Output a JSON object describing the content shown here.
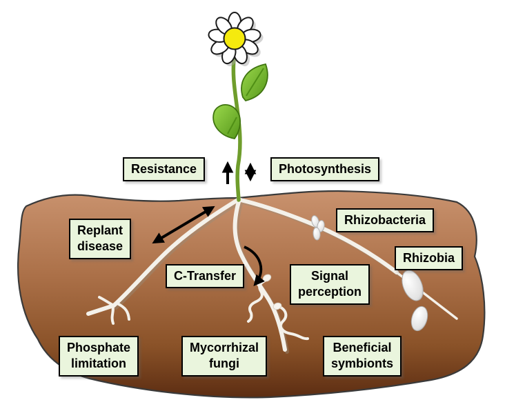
{
  "labels": {
    "resistance": "Resistance",
    "photosynthesis": "Photosynthesis",
    "replant_disease": "Replant\ndisease",
    "rhizobacteria": "Rhizobacteria",
    "rhizobia": "Rhizobia",
    "c_transfer": "C-Transfer",
    "signal_perception": "Signal\nperception",
    "phosphate_limitation": "Phosphate\nlimitation",
    "mycorrhizal_fungi": "Mycorrhizal\nfungi",
    "beneficial_symbionts": "Beneficial\nsymbionts"
  },
  "colors": {
    "label_background": "#eaf5dd",
    "label_border": "#000000",
    "soil_top": "#c9926e",
    "soil_middle": "#a87048",
    "soil_bottom": "#5c2d12",
    "soil_outline": "#3a3a3a",
    "root_white": "#f4f1ea",
    "stem_green": "#6f9d2c",
    "leaf_green_light": "#8ed23f",
    "leaf_green_dark": "#4f8f15",
    "flower_center_yellow": "#f5ea0e",
    "petal_white": "#ffffff",
    "arrow_black": "#000000",
    "nodule_white": "#f2f2f2"
  },
  "icons": {
    "flower": "daisy-flower",
    "up_arrow": "increase-arrow",
    "up_down_arrow": "bidirectional-vertical-arrow",
    "diagonal_arrow": "bidirectional-diagonal-arrow",
    "curved_arrow": "curved-transfer-arrow",
    "soil": "soil-mound",
    "roots": "root-system",
    "hyphae": "mycorrhizal-hyphae",
    "nodules": "rhizobia-nodules",
    "bacteria": "rhizobacteria-cluster"
  }
}
